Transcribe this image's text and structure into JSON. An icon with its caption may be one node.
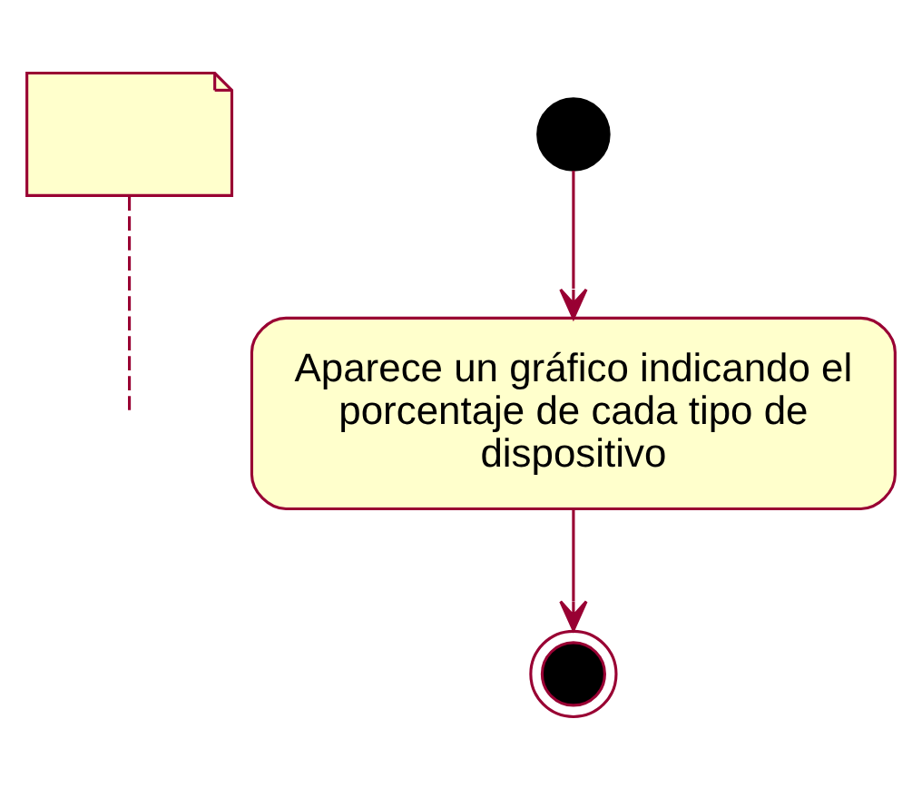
{
  "diagram": {
    "nodes": [
      {
        "text": [],
        "shape": "box"
      },
      {
        "text": [],
        "shape": "circle"
      },
      {
        "text": [
          "Aparece un gráfico indicando el porcentaje de cada tipo de dispositivo"
        ]
      },
      {
        "text": [],
        "shape": "circle"
      }
    ],
    "edges": [
      {
        "from": 1,
        "to": 2,
        "arrow": "to"
      },
      {
        "from": 2,
        "to": 3,
        "arrow": "to"
      },
      {
        "from": 0,
        "to": null,
        "arrow": "none",
        "style": "dashed"
      }
    ]
  }
}
